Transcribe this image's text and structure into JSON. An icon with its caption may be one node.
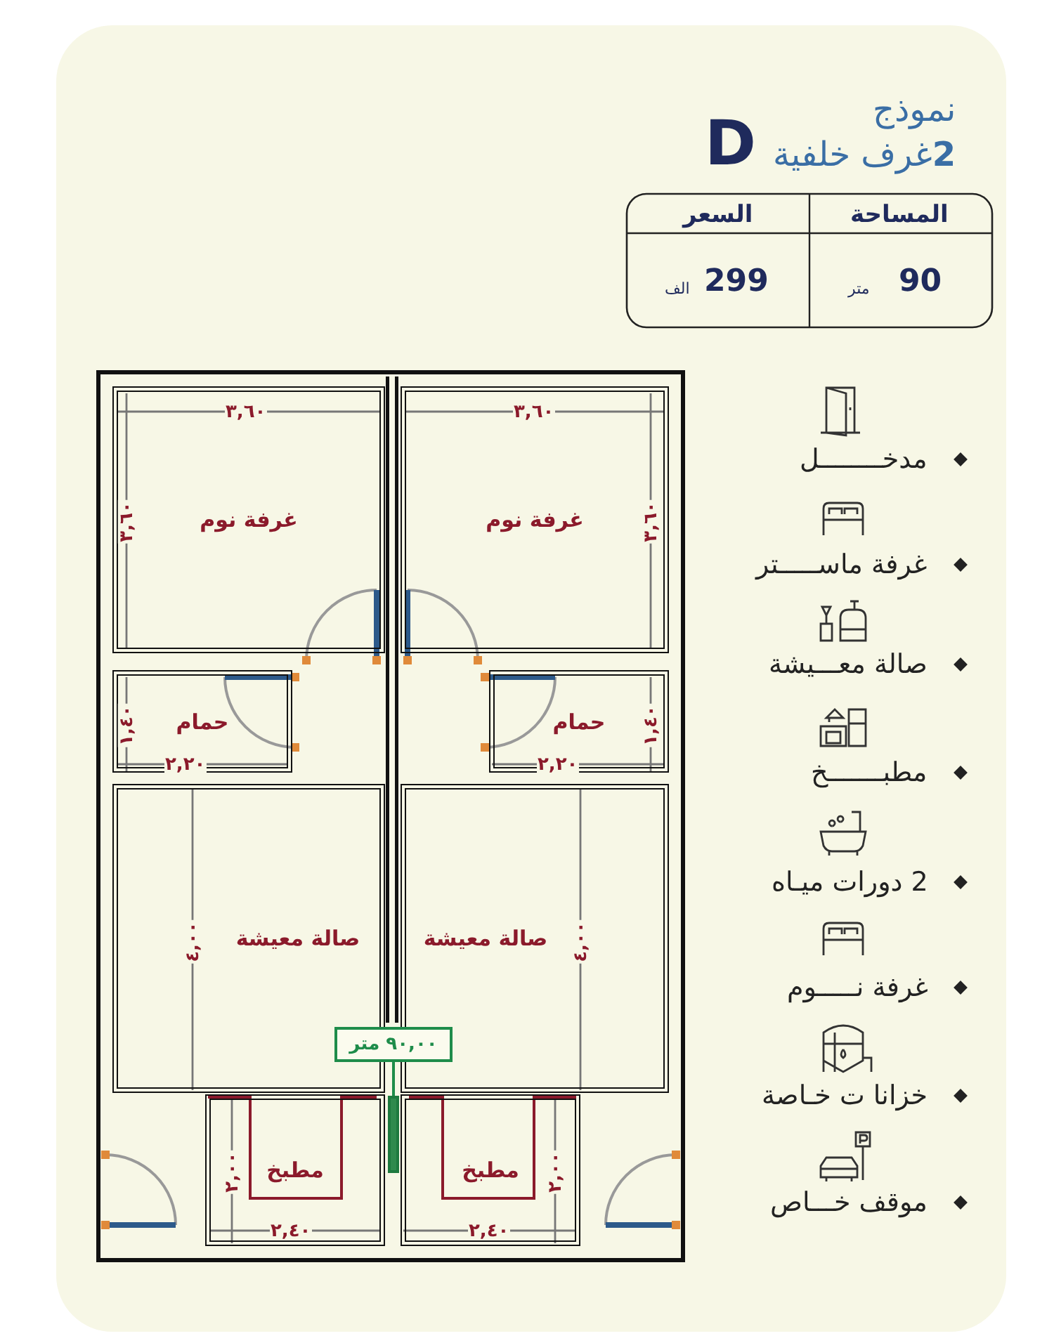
{
  "diagram": {
    "title": "نموذج",
    "nodes": [
      {
        "text": [
          "غرفة نوم"
        ]
      },
      {
        "text": [
          "غرفة نوم"
        ]
      },
      {
        "text": [
          "حمام"
        ]
      },
      {
        "text": [
          "حمام"
        ]
      },
      {
        "text": [
          "صالة معيشة"
        ]
      },
      {
        "text": [
          "صالة معيشة"
        ]
      },
      {
        "text": [
          "مطبخ"
        ]
      },
      {
        "text": [
          "مطبخ"
        ]
      },
      {
        "text": [
          "٩٠,٠٠ متر"
        ]
      },
      {
        "text": [],
        "shape": "bar"
      }
    ],
    "edges": [
      {
        "from": 8,
        "to": 9,
        "arrow": "none"
      }
    ],
    "labels": [
      "D",
      "**2**غرف خلفية",
      "السعر",
      "المساحة",
      "الف",
      "299",
      "متر",
      "90",
      "٣,٦٠",
      "٣,٦٠",
      "٣,٦٠",
      "٣,٦٠",
      "١,٤٠",
      "٢,٢٠",
      "١,٤٠",
      "٢,٢٠",
      "٤,٠٠",
      "٤,٠٠",
      "٢,٠٠",
      "٢,٤٠",
      "٢,٠٠",
      "٢,٤٠",
      "مدخــــــــل",
      "غرفة ماســـــتر",
      "صالة معـــيشة",
      "مطبـــــــخ",
      "2 دورات ميـاه",
      "غرفة نـــــوم",
      "خزانا ت خـاصة",
      "موقف خـــاص"
    ]
  }
}
